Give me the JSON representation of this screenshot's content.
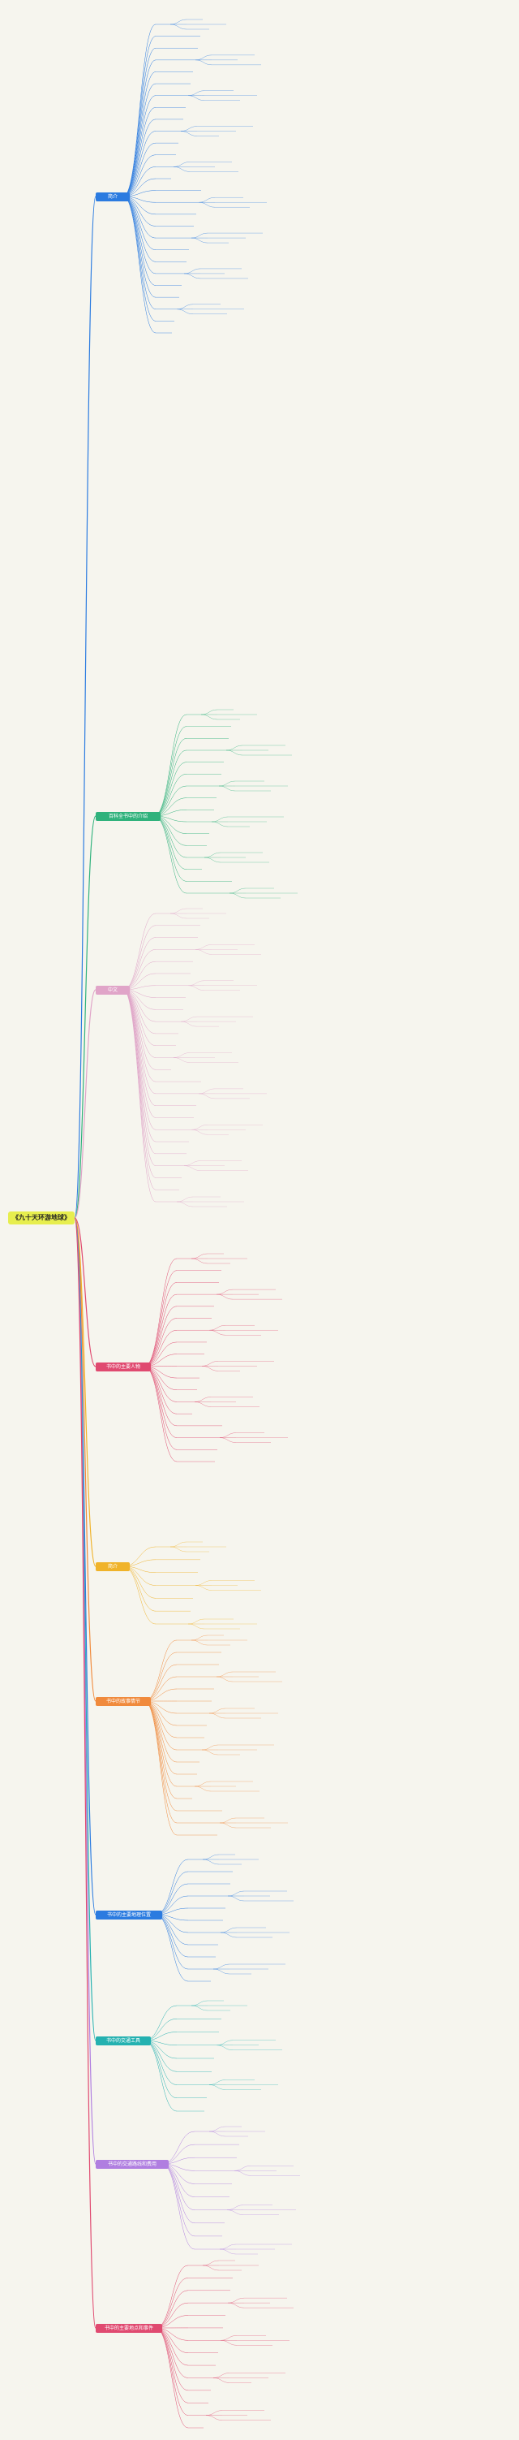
{
  "root": {
    "label": "《九十天环游地球》"
  },
  "branches": [
    {
      "label": "简介",
      "color": "#2b7be0"
    },
    {
      "label": "百科全书中的介绍",
      "color": "#30b27c"
    },
    {
      "label": "中文",
      "color": "#e0a4c8"
    },
    {
      "label": "书中的主要人物",
      "color": "#e04a70"
    },
    {
      "label": "简介",
      "color": "#f0b32a"
    },
    {
      "label": "书中的故事情节",
      "color": "#f08a3c"
    },
    {
      "label": "书中的主要地理位置",
      "color": "#2b7be0"
    },
    {
      "label": "书中的交通工具",
      "color": "#24b1b0"
    },
    {
      "label": "书中的交通路线和费用",
      "color": "#b07ee0"
    },
    {
      "label": "书中的主要地点和事件",
      "color": "#e04a70"
    }
  ]
}
